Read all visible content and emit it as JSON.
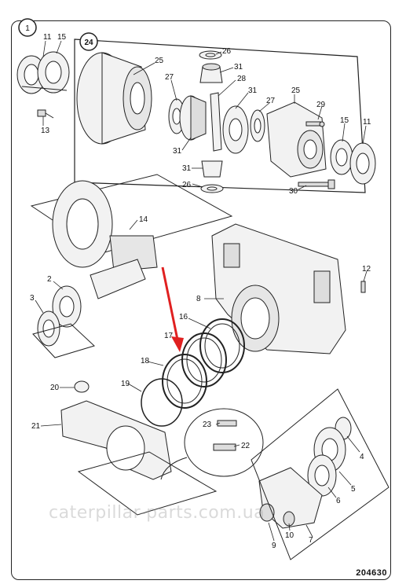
{
  "figure": {
    "circle_number": "1",
    "figure_number": "204630",
    "watermark": "caterpillar-parts.com.ua",
    "group_box_label": "24"
  },
  "callouts": {
    "c11_top": "11",
    "c15_top": "15",
    "c13": "13",
    "c25a": "25",
    "c26_top": "26",
    "c31_top": "31",
    "c28": "28",
    "c27a": "27",
    "c31_mid": "31",
    "c27b": "27",
    "c25b": "25",
    "c29": "29",
    "c15_right": "15",
    "c11_right": "11",
    "c31_left": "31",
    "c31_bot": "31",
    "c26_bot": "26",
    "c30": "30",
    "c14": "14",
    "c2": "2",
    "c3": "3",
    "c12": "12",
    "c8": "8",
    "c16": "16",
    "c17": "17",
    "c18": "18",
    "c19": "19",
    "c20": "20",
    "c21": "21",
    "c23": "23",
    "c22": "22",
    "c4": "4",
    "c5": "5",
    "c6": "6",
    "c7": "7",
    "c10": "10",
    "c9": "9"
  },
  "colors": {
    "ink": "#222222",
    "arrow": "#e02020",
    "fill": "#f2f2f2",
    "dark": "#777777"
  }
}
